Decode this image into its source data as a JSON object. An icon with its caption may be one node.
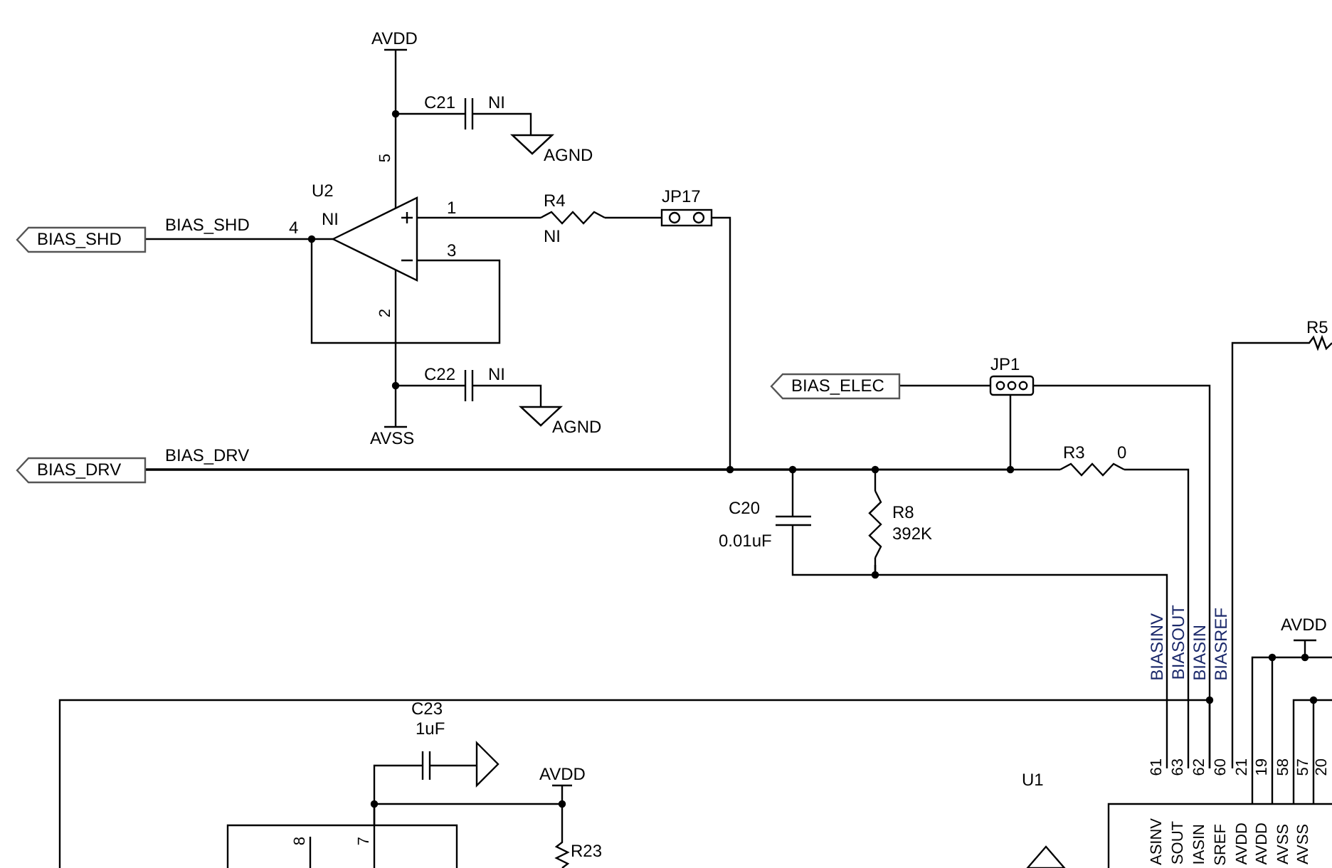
{
  "diagram": {
    "nodes": [
      {
        "text": [
          "BIAS_SHD"
        ]
      },
      {
        "text": [
          "U2",
          "NI"
        ]
      },
      {
        "text": [
          "C21",
          "NI"
        ]
      },
      {
        "text": [
          "C22",
          "NI"
        ]
      },
      {
        "text": [
          "R4",
          "NI"
        ]
      },
      {
        "text": [
          "JP17"
        ]
      },
      {
        "text": [
          "BIAS_DRV"
        ]
      },
      {
        "text": [
          "BIAS_ELEC"
        ]
      },
      {
        "text": [
          "JP1"
        ]
      },
      {
        "text": [
          "C20",
          "0.01uF"
        ]
      },
      {
        "text": [
          "R8",
          "392K"
        ]
      },
      {
        "text": [
          "R3",
          "0"
        ]
      },
      {
        "text": [
          "U1"
        ]
      },
      {
        "text": [
          "R5"
        ]
      },
      {
        "text": [
          "C23",
          "1uF"
        ]
      },
      {
        "text": [
          "R23"
        ]
      },
      {
        "text": [],
        "shape": "box"
      }
    ],
    "edges": [
      {
        "from": 0,
        "to": 1,
        "arrow": "none",
        "label": "BIAS_SHD"
      },
      {
        "from": 1,
        "to": 2,
        "arrow": "none"
      },
      {
        "from": 1,
        "to": 3,
        "arrow": "none"
      },
      {
        "from": 1,
        "to": 4,
        "arrow": "none"
      },
      {
        "from": 4,
        "to": 5,
        "arrow": "none"
      },
      {
        "from": 5,
        "to": 6,
        "arrow": "none"
      },
      {
        "from": 6,
        "to": 11,
        "arrow": "none",
        "label": "BIAS_DRV"
      },
      {
        "from": 9,
        "to": 6,
        "arrow": "none"
      },
      {
        "from": 10,
        "to": 6,
        "arrow": "none"
      },
      {
        "from": 8,
        "to": 6,
        "arrow": "none"
      },
      {
        "from": 7,
        "to": 8,
        "arrow": "none"
      },
      {
        "from": 9,
        "to": 10,
        "arrow": "none"
      },
      {
        "from": 10,
        "to": 12,
        "arrow": "none"
      },
      {
        "from": 11,
        "to": 12,
        "arrow": "none"
      },
      {
        "from": 8,
        "to": 12,
        "arrow": "none"
      },
      {
        "from": 13,
        "to": 12,
        "arrow": "none"
      },
      {
        "from": null,
        "to": 12,
        "arrow": "none"
      },
      {
        "from": 14,
        "to": 16,
        "arrow": "none"
      },
      {
        "from": 15,
        "to": 16,
        "arrow": "none"
      }
    ],
    "labels": [
      "AVDD",
      "AGND",
      "5",
      "4",
      "1",
      "3",
      "2",
      "AGND",
      "AVSS",
      "BIASINV",
      "BIASOUT",
      "BIASIN",
      "BIASREF",
      "AVDD",
      "61",
      "63",
      "62",
      "60",
      "21",
      "19",
      "58",
      "57",
      "20",
      "ASINV",
      "SOUT",
      "IASIN",
      "SREF",
      "AVDD",
      "AVDD",
      "AVSS",
      "AVSS",
      "AVDD",
      "8",
      "7"
    ]
  }
}
